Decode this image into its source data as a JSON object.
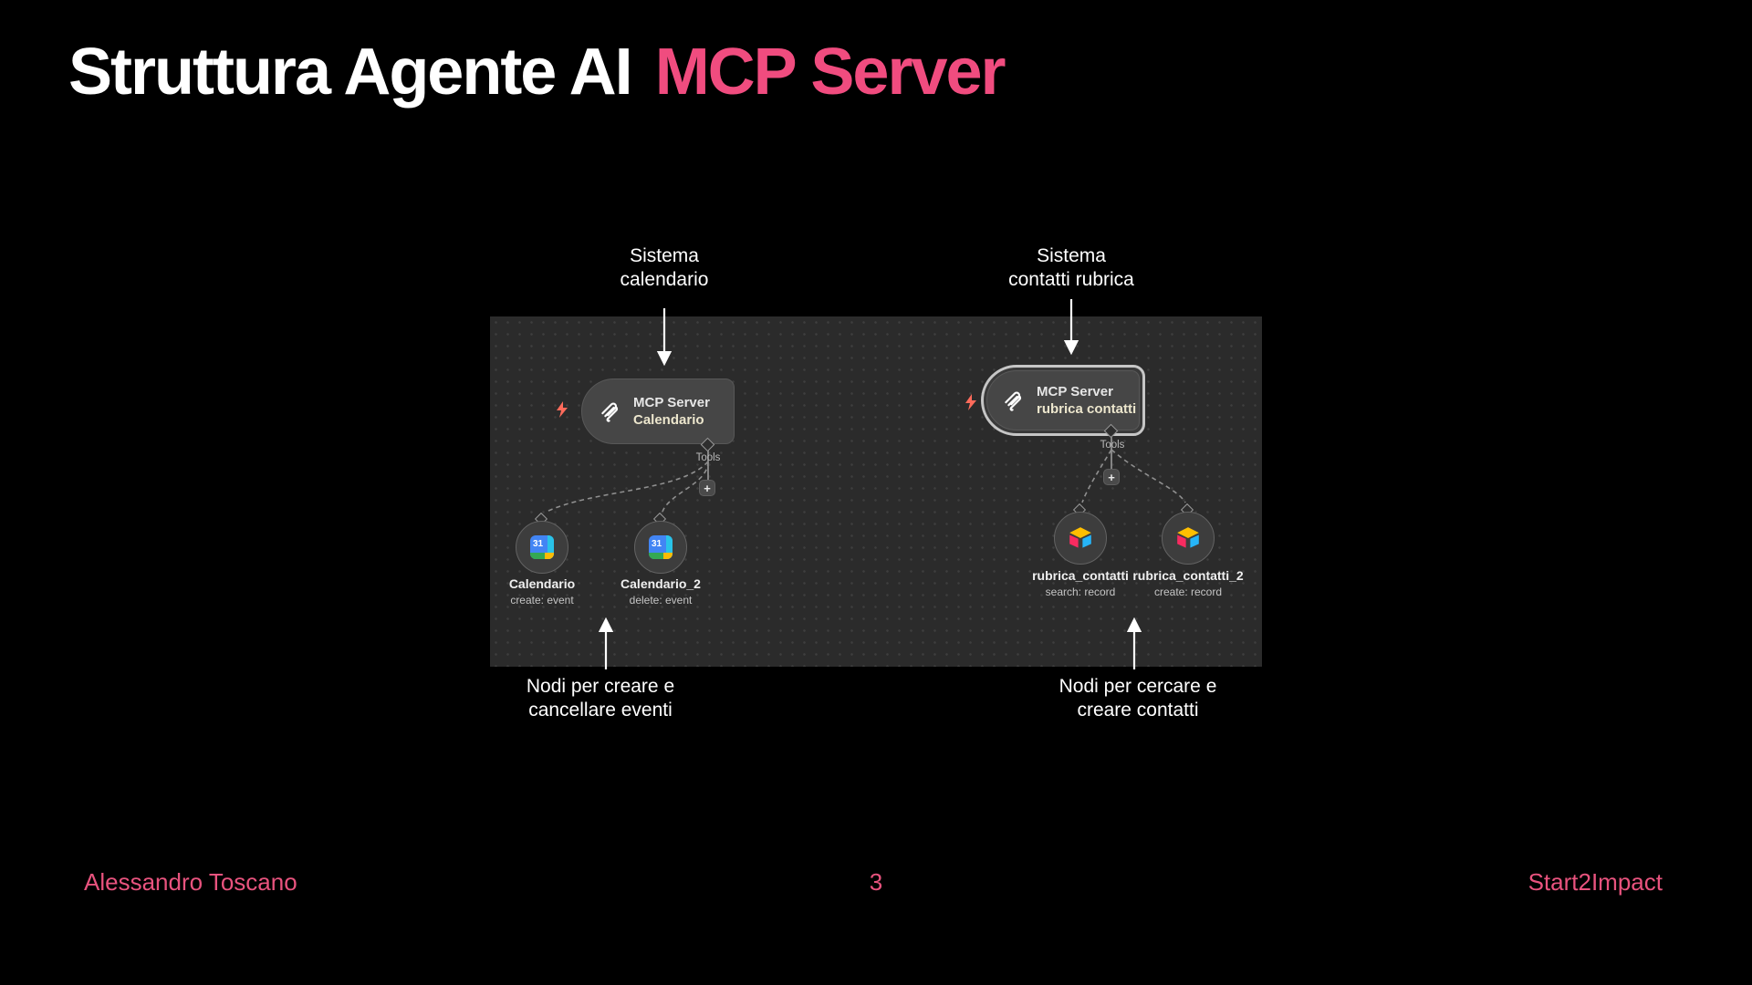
{
  "title": {
    "main": "Struttura Agente AI",
    "accent": "MCP Server"
  },
  "annotations": {
    "sistema_calendario": {
      "line1": "Sistema",
      "line2": "calendario"
    },
    "sistema_contatti": {
      "line1": "Sistema",
      "line2": "contatti rubrica"
    },
    "nodi_eventi": {
      "line1": "Nodi per creare e",
      "line2": "cancellare eventi"
    },
    "nodi_contatti": {
      "line1": "Nodi per cercare e",
      "line2": "creare contatti"
    }
  },
  "workflow": {
    "servers": {
      "calendar": {
        "title": "MCP Server",
        "subtitle": "Calendario",
        "connector_label": "Tools",
        "add_button": "+"
      },
      "contacts": {
        "title": "MCP Server",
        "subtitle": "rubrica contatti",
        "connector_label": "Tools",
        "add_button": "+"
      }
    },
    "tools": [
      {
        "name": "Calendario",
        "operation": "create: event"
      },
      {
        "name": "Calendario_2",
        "operation": "delete: event"
      },
      {
        "name": "rubrica_contatti",
        "operation": "search: record"
      },
      {
        "name": "rubrica_contatti_2",
        "operation": "create: record"
      }
    ],
    "calendar_icon_day": "31"
  },
  "footer": {
    "author": "Alessandro Toscano",
    "page": "3",
    "brand": "Start2Impact"
  },
  "colors": {
    "accent_pink": "#F04C7F",
    "footer_pink": "#E8537E",
    "bolt_orange": "#FF6B5B",
    "panel_bg": "#2B2B2B",
    "node_bg": "#464646",
    "selection_ring": "#C6C6C6"
  }
}
